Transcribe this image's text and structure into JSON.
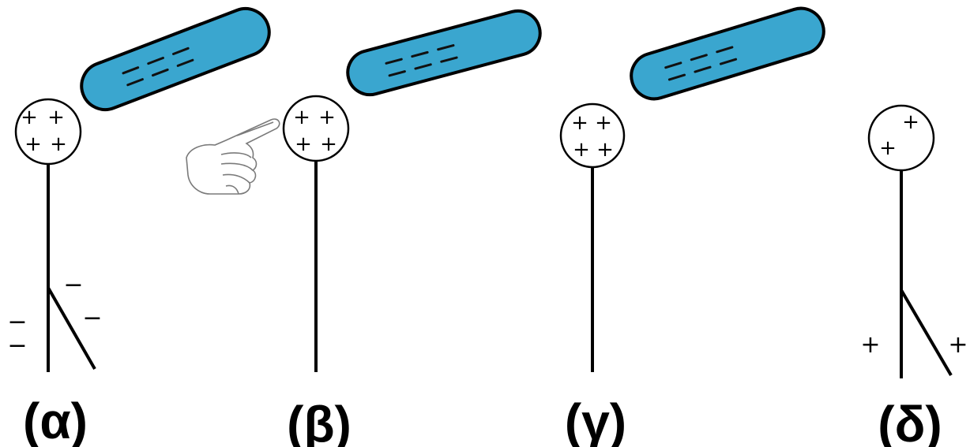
{
  "labels": {
    "a": "(α)",
    "b": "(β)",
    "c": "(γ)",
    "d": "(δ)"
  },
  "signs": {
    "plus": "+",
    "minus": "−"
  },
  "colors": {
    "rod_fill": "#3aa6cf",
    "outline": "#000000",
    "background": "#ffffff"
  },
  "icons": {
    "hand": "pointing-hand-icon"
  }
}
